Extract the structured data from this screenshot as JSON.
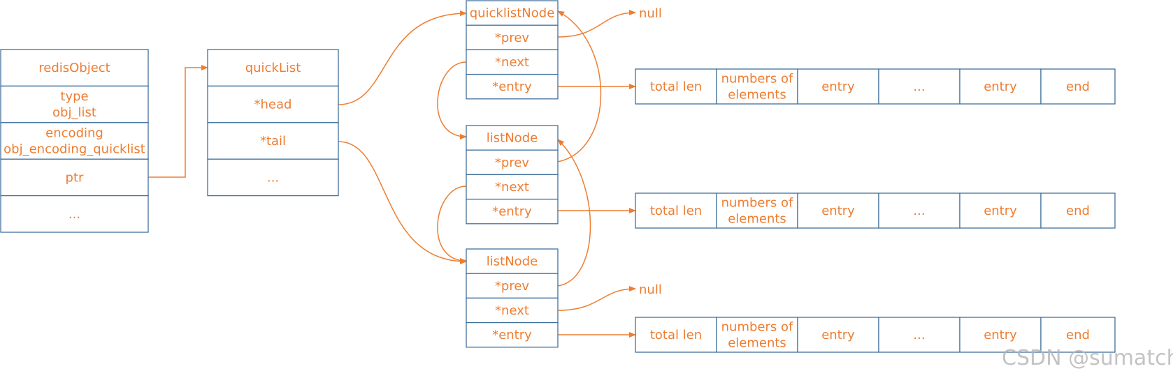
{
  "redis_object": {
    "title": "redisObject",
    "fields": [
      [
        "type",
        "obj_list"
      ],
      [
        "encoding",
        "obj_encoding_quicklist"
      ],
      [
        "ptr"
      ],
      [
        "..."
      ]
    ]
  },
  "quick_list": {
    "title": "quickList",
    "fields": [
      "*head",
      "*tail",
      "..."
    ]
  },
  "nodes": [
    {
      "title": "quicklistNode",
      "fields": [
        "*prev",
        "*next",
        "*entry"
      ]
    },
    {
      "title": "listNode",
      "fields": [
        "*prev",
        "*next",
        "*entry"
      ]
    },
    {
      "title": "listNode",
      "fields": [
        "*prev",
        "*next",
        "*entry"
      ]
    }
  ],
  "null_labels": [
    "null",
    "null"
  ],
  "ziplist_cells": [
    [
      "total len"
    ],
    [
      "numbers of",
      "elements"
    ],
    [
      "entry"
    ],
    [
      "..."
    ],
    [
      "entry"
    ],
    [
      "end"
    ]
  ],
  "watermark": "CSDN @sumatch",
  "colors": {
    "accent": "#ed7d31",
    "border": "#41719c",
    "background": "#ffffff"
  }
}
